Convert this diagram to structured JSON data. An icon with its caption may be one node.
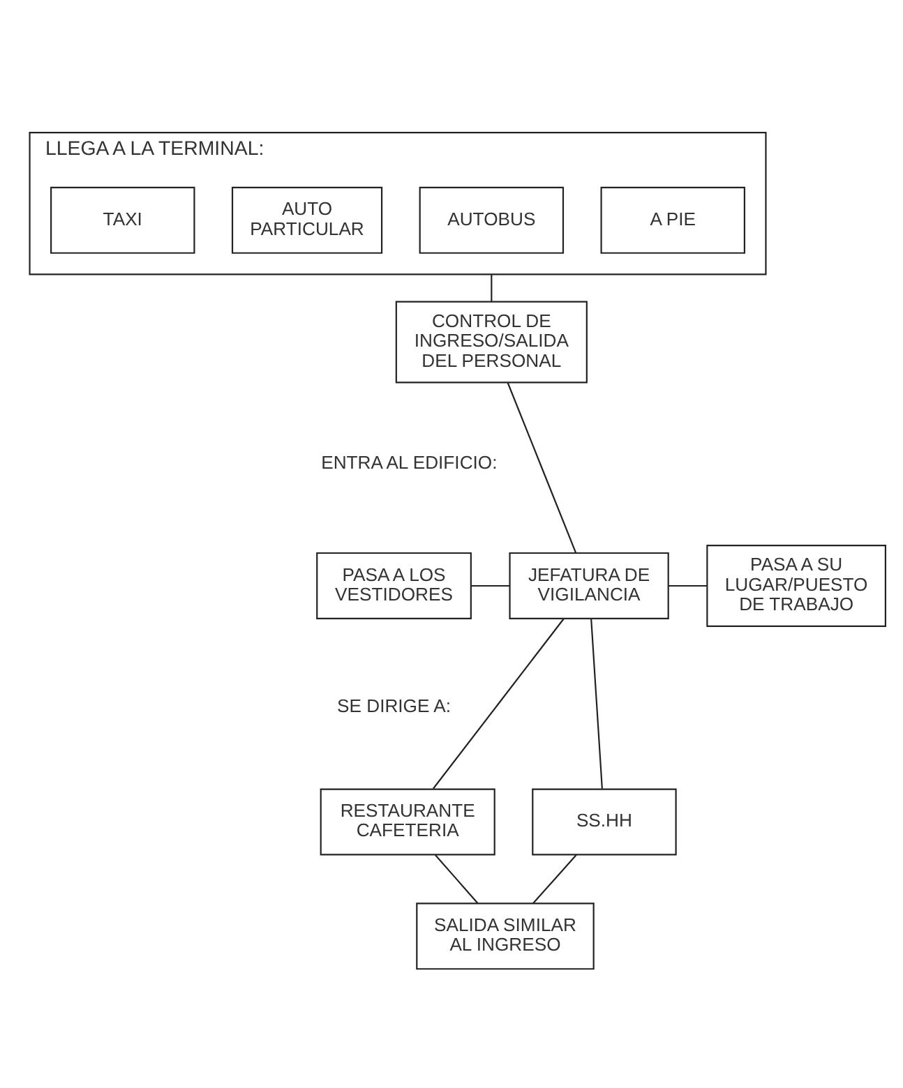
{
  "diagram": {
    "nodes": [
      {
        "text": [
          "LLEGA A LA TERMINAL:"
        ]
      },
      {
        "text": [
          "A PIE"
        ],
        "in": 0
      },
      {
        "text": [
          "AUTOBUS"
        ],
        "in": 0
      },
      {
        "text": [
          "AUTO PARTICULAR"
        ],
        "in": 0
      },
      {
        "text": [
          "TAXI"
        ],
        "in": 0
      },
      {
        "text": [
          "CONTROL DE INGRESO/SALIDA DEL PERSONAL"
        ]
      },
      {
        "text": [
          "PASA A LOS VESTIDORES"
        ]
      },
      {
        "text": [
          "JEFATURA DE VIGILANCIA"
        ]
      },
      {
        "text": [
          "PASA A SU LUGAR/PUESTO DE TRABAJO"
        ]
      },
      {
        "text": [
          "RESTAURANTE CAFETERIA"
        ]
      },
      {
        "text": [
          "SS.HH"
        ]
      },
      {
        "text": [
          "SALIDA SIMILAR AL INGRESO"
        ]
      }
    ],
    "edges": [
      {
        "from": 0,
        "to": 5,
        "arrow": "none"
      },
      {
        "from": 5,
        "to": 7,
        "arrow": "none"
      },
      {
        "from": 6,
        "to": 7,
        "arrow": "none"
      },
      {
        "from": 7,
        "to": 8,
        "arrow": "none"
      },
      {
        "from": 7,
        "to": 9,
        "arrow": "none"
      },
      {
        "from": 7,
        "to": 10,
        "arrow": "none"
      },
      {
        "from": 9,
        "to": 11,
        "arrow": "none"
      },
      {
        "from": 10,
        "to": 11,
        "arrow": "none"
      }
    ],
    "labels": [
      "ENTRA AL EDIFICIO:",
      "SE DIRIGE A:"
    ]
  }
}
